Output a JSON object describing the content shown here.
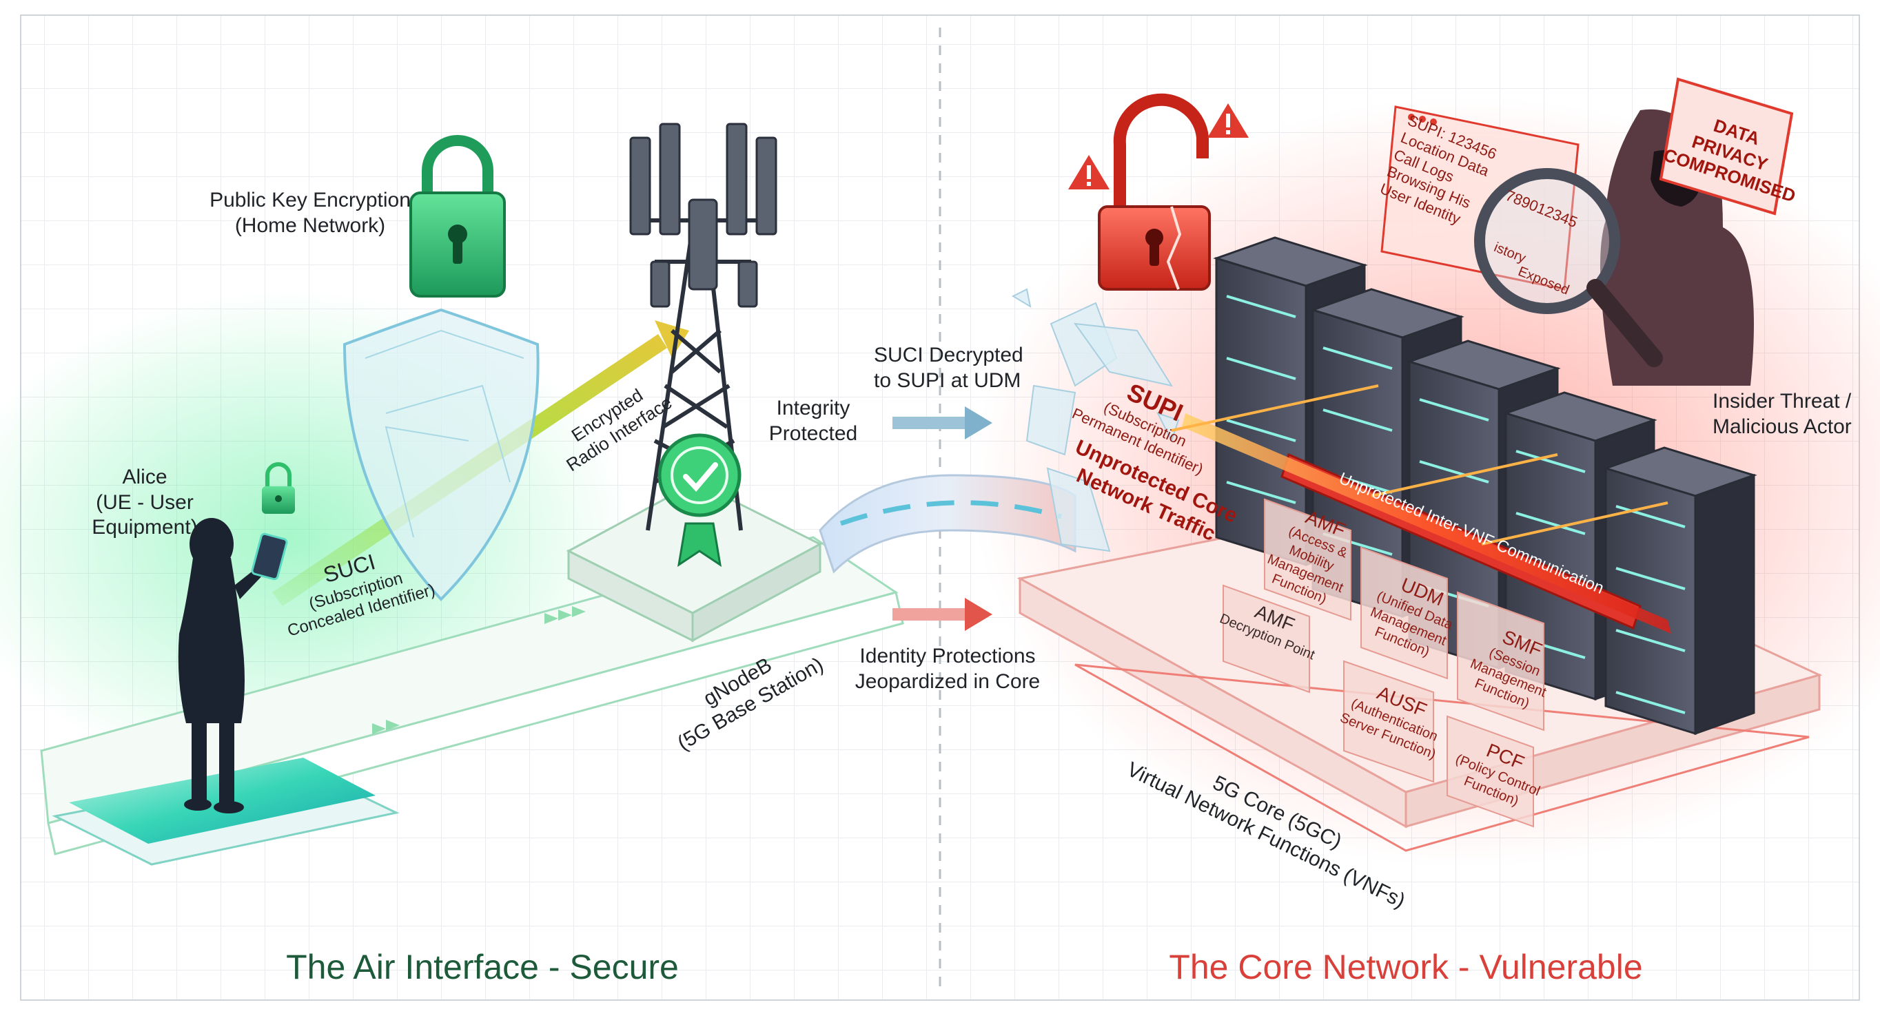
{
  "panels": {
    "left_title": "The Air Interface - Secure",
    "right_title": "The Core Network - Vulnerable",
    "left_color": "#1d5a3a",
    "right_color": "#d9403a"
  },
  "left": {
    "public_key_line1": "Public Key Encryption",
    "public_key_line2": "(Home Network)",
    "alice_line1": "Alice",
    "alice_line2": "(UE - User Equipment)",
    "suci_title": "SUCI",
    "suci_sub1": "(Subscription",
    "suci_sub2": "Concealed Identifier)",
    "encrypted_line1": "Encrypted",
    "encrypted_line2": "Radio Interface",
    "integrity_line1": "Integrity",
    "integrity_line2": "Protected",
    "gnodeb_line1": "gNodeB",
    "gnodeb_line2": "(5G Base Station)"
  },
  "middle": {
    "suci_decrypted_line1": "SUCI Decrypted",
    "suci_decrypted_line2": "to SUPI at UDM",
    "identity_line1": "Identity Protections",
    "identity_line2": "Jeopardized in Core"
  },
  "right": {
    "supi_title": "SUPI",
    "supi_sub1": "(Subscription",
    "supi_sub2": "Permanent Identifier)",
    "unprotected_line1": "Unprotected Core",
    "unprotected_line2": "Network Traffic",
    "inter_vnf": "Unprotected Inter-VNF Communication",
    "amf_title": "AMF",
    "amf_sub1": "(Access &",
    "amf_sub2": "Mobility",
    "amf_sub3": "Management",
    "amf_sub4": "Function)",
    "amf2_title": "AMF",
    "amf2_sub": "Decryption Point",
    "udm_title": "UDM",
    "udm_sub1": "(Unified Data",
    "udm_sub2": "Management",
    "udm_sub3": "Function)",
    "smf_title": "SMF",
    "smf_sub1": "(Session",
    "smf_sub2": "Management",
    "smf_sub3": "Function)",
    "ausf_title": "AUSF",
    "ausf_sub1": "(Authentication",
    "ausf_sub2": "Server Function)",
    "pcf_title": "PCF",
    "pcf_sub1": "(Policy Control",
    "pcf_sub2": "Function)",
    "core_line1": "5G Core (5GC)",
    "core_line2": "Virtual Network Functions (VNFs)",
    "insider_line1": "Insider Threat /",
    "insider_line2": "Malicious Actor",
    "privacy_line1": "DATA PRIVACY",
    "privacy_line2": "COMPROMISED",
    "leak_lines": [
      "SUPI: 123456",
      "Location Data",
      "Call Logs",
      "Browsing His",
      "User Identity"
    ],
    "leak_number": "789012345",
    "leak_history": "istory",
    "leak_exposed": "Exposed"
  },
  "icons": {
    "lock_closed": "lock-closed-icon",
    "lock_open": "lock-open-icon",
    "shield": "shield-icon",
    "warning": "warning-icon",
    "badge": "check-badge-icon",
    "magnifier": "magnifier-icon"
  }
}
